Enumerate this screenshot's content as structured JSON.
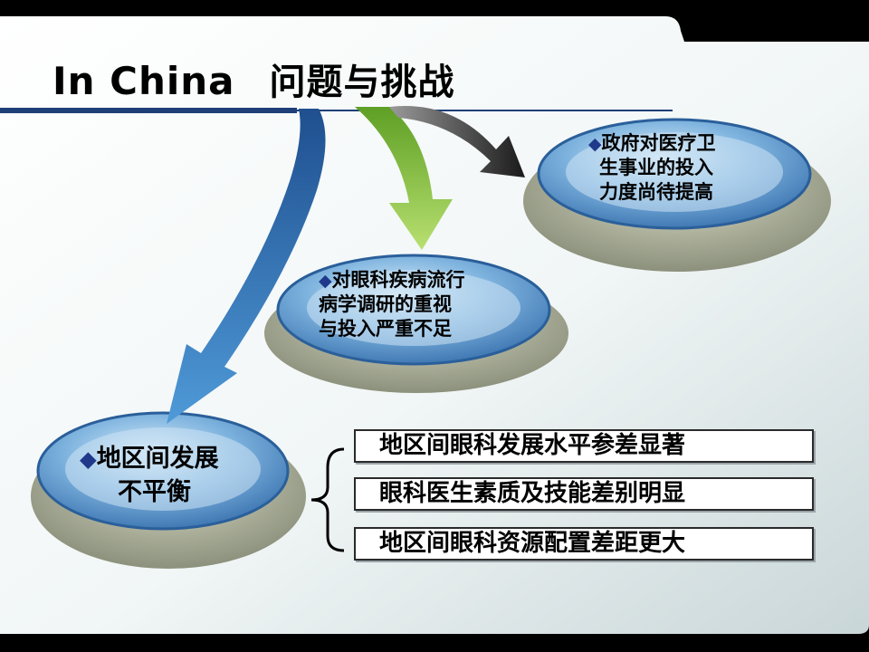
{
  "title": {
    "latin": "In China",
    "cjk": "问题与挑战"
  },
  "nodes": [
    {
      "id": "funding",
      "lines": [
        "政府对医疗卫",
        "生事业的投入",
        "力度尚待提高"
      ]
    },
    {
      "id": "research",
      "lines": [
        "对眼科疾病流行",
        "病学调研的重视",
        "与投入严重不足"
      ]
    },
    {
      "id": "regional",
      "lines": [
        "地区间发展",
        "不平衡"
      ]
    }
  ],
  "bullet_glyph": "◆",
  "details": [
    "地区间眼科发展水平参差显著",
    "眼科医生素质及技能差别明显",
    "地区间眼科资源配置差距更大"
  ],
  "colors": {
    "title_rule": "#1f3f78",
    "ellipse_face": "#3f7fc0",
    "ellipse_rim": "#9fa58a",
    "arrow_blue": "#2a6bb0",
    "arrow_green": "#8cc83c",
    "arrow_dark": "#2a2a2a"
  }
}
